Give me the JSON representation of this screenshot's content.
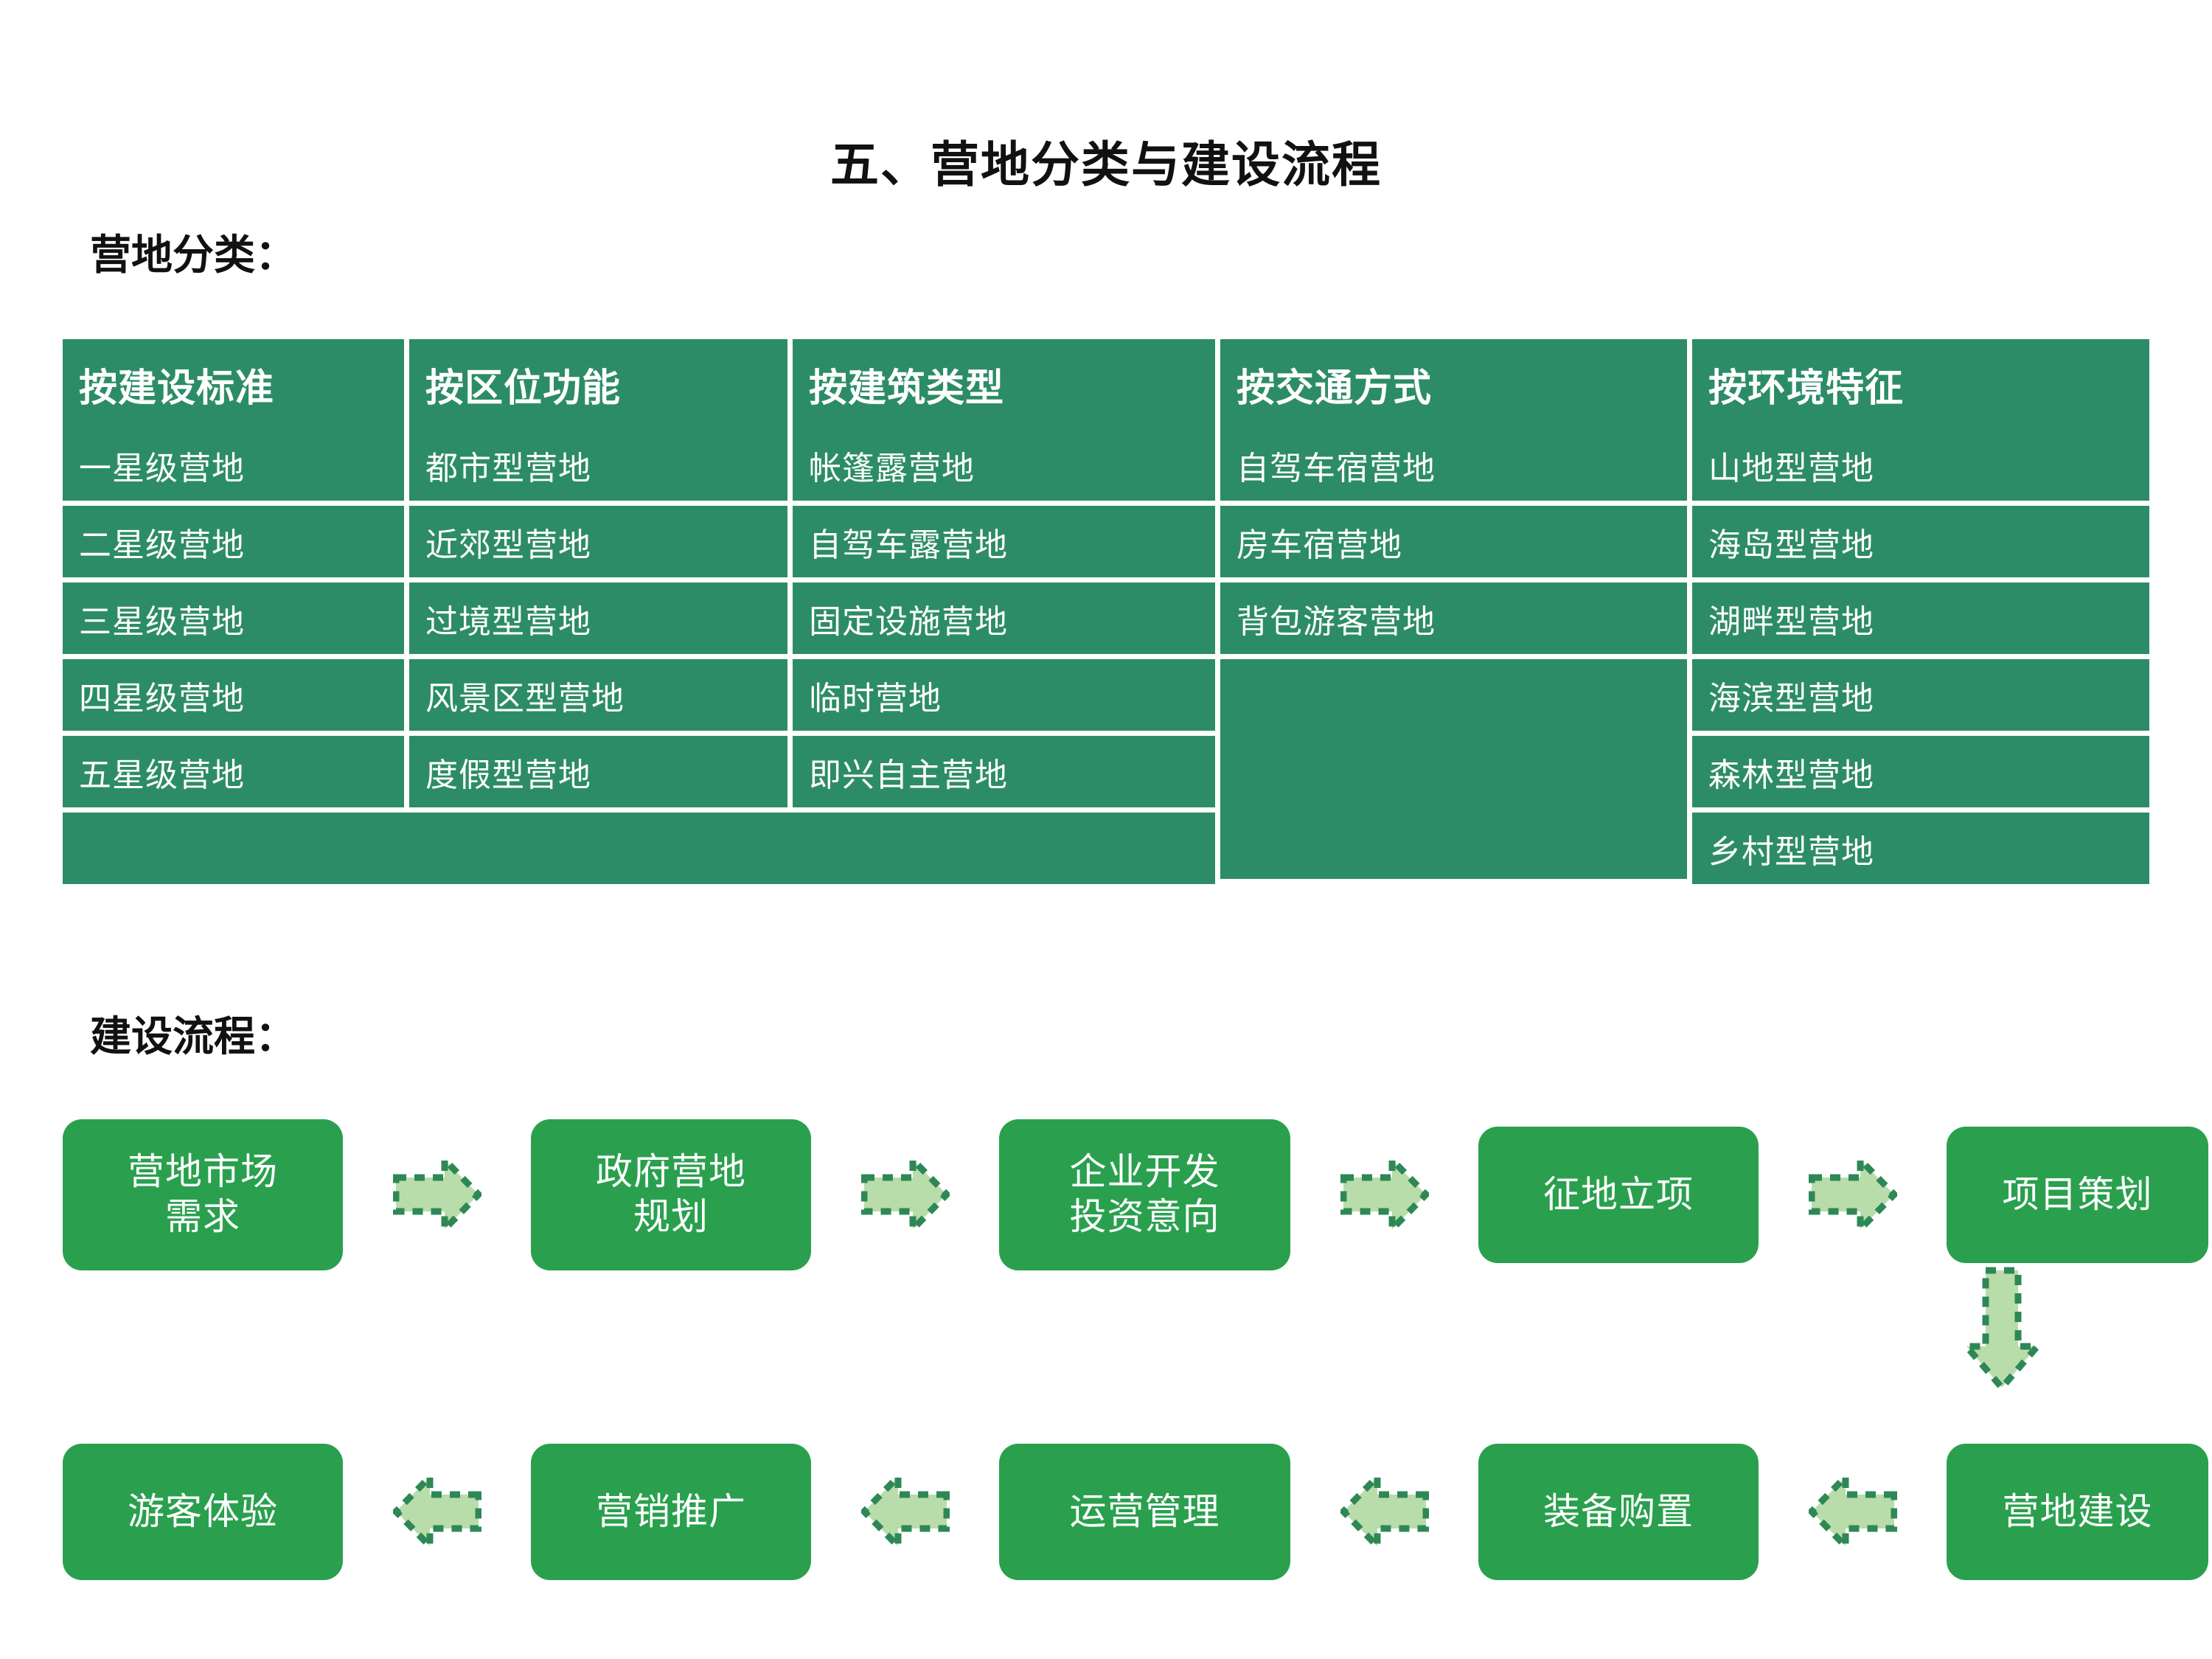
{
  "title": "五、营地分类与建设流程",
  "sections": {
    "classification_heading": "营地分类：",
    "process_heading": "建设流程："
  },
  "colors": {
    "table_green": "#2d8c68",
    "box_green": "#2aa04e",
    "arrow_fill": "#b9dcab",
    "arrow_stroke": "#2e8856",
    "text_white": "#ffffff",
    "text_black": "#111111",
    "page_background": "#ffffff"
  },
  "classification_table": {
    "headers": [
      "按建设标准",
      "按区位功能",
      "按建筑类型",
      "按交通方式",
      "按环境特征"
    ],
    "columns": [
      [
        "一星级营地",
        "二星级营地",
        "三星级营地",
        "四星级营地",
        "五星级营地"
      ],
      [
        "都市型营地",
        "近郊型营地",
        "过境型营地",
        "风景区型营地",
        "度假型营地"
      ],
      [
        "帐篷露营地",
        "自驾车露营地",
        "固定设施营地",
        "临时营地",
        "即兴自主营地"
      ],
      [
        "自驾车宿营地",
        "房车宿营地",
        "背包游客营地"
      ],
      [
        "山地型营地",
        "海岛型营地",
        "湖畔型营地",
        "海滨型营地",
        "森林型营地",
        "乡村型营地"
      ]
    ],
    "rows": [
      [
        "一星级营地",
        "都市型营地",
        "帐篷露营地",
        "自驾车宿营地",
        "山地型营地"
      ],
      [
        "二星级营地",
        "近郊型营地",
        "自驾车露营地",
        "房车宿营地",
        "海岛型营地"
      ],
      [
        "三星级营地",
        "过境型营地",
        "固定设施营地",
        "背包游客营地",
        "湖畔型营地"
      ],
      [
        "四星级营地",
        "风景区型营地",
        "临时营地",
        "",
        "海滨型营地"
      ],
      [
        "五星级营地",
        "度假型营地",
        "即兴自主营地",
        "",
        "森林型营地"
      ],
      [
        "",
        "",
        "",
        "",
        "乡村型营地"
      ]
    ]
  },
  "process_flow": {
    "row1": [
      {
        "label": "营地市场\n需求"
      },
      {
        "label": "政府营地\n规划"
      },
      {
        "label": "企业开发\n投资意向"
      },
      {
        "label": "征地立项"
      },
      {
        "label": "项目策划"
      }
    ],
    "row1_lines": [
      [
        "营地市场",
        "需求"
      ],
      [
        "政府营地",
        "规划"
      ],
      [
        "企业开发",
        "投资意向"
      ],
      [
        "征地立项"
      ],
      [
        "项目策划"
      ]
    ],
    "row2_lines": [
      [
        "游客体验"
      ],
      [
        "营销推广"
      ],
      [
        "运营管理"
      ],
      [
        "装备购置"
      ],
      [
        "营地建设"
      ]
    ],
    "arrow_direction_row1": "right",
    "arrow_direction_row2": "left",
    "arrow_direction_connector": "down"
  }
}
